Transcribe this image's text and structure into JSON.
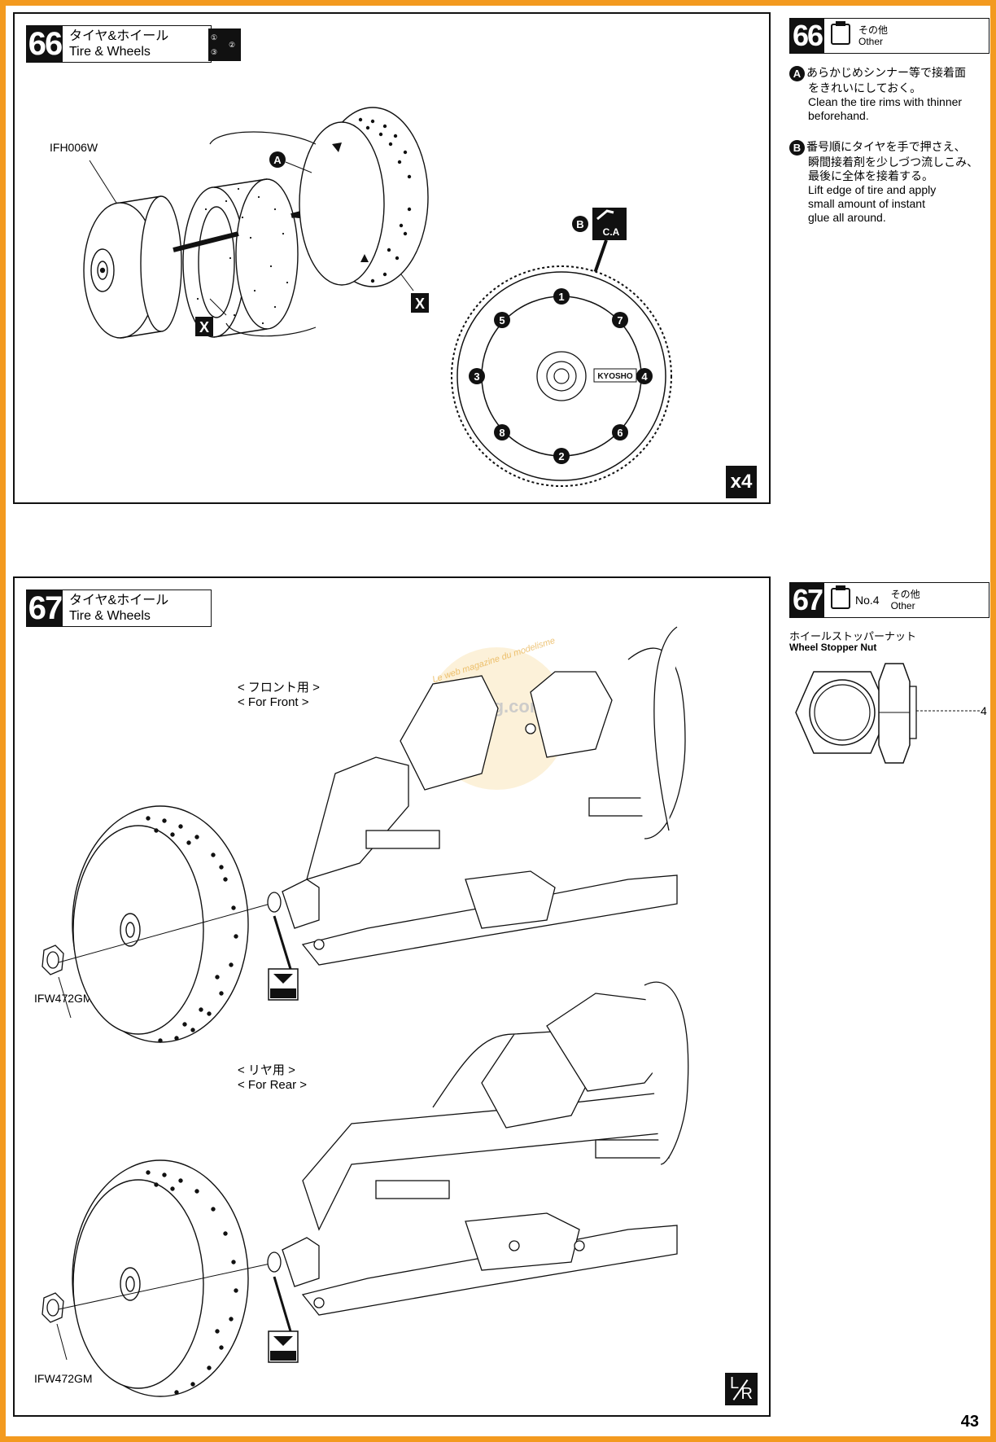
{
  "page_number": "43",
  "step66": {
    "number": "66",
    "title_jp": "タイヤ&ホイール",
    "title_en": "Tire & Wheels",
    "order_icon": [
      "①",
      "②",
      "③"
    ],
    "part_label": "IFH006W",
    "marker_a": "A",
    "marker_b": "B",
    "marker_x1": "X",
    "marker_x2": "X",
    "ca_label": "C.A",
    "brand": "KYOSHO",
    "glue_order": [
      "1",
      "2",
      "3",
      "4",
      "5",
      "6",
      "7",
      "8"
    ],
    "quantity": "x4"
  },
  "side66": {
    "number": "66",
    "other_jp": "その他",
    "other_en": "Other",
    "note_a_letter": "A",
    "note_a_jp_1": "あらかじめシンナー等で接着面",
    "note_a_jp_2": "をきれいにしておく。",
    "note_a_en_1": "Clean the tire rims with thinner",
    "note_a_en_2": "beforehand.",
    "note_b_letter": "B",
    "note_b_jp_1": "番号順にタイヤを手で押さえ、",
    "note_b_jp_2": "瞬間接着剤を少しづつ流しこみ、",
    "note_b_jp_3": "最後に全体を接着する。",
    "note_b_en_1": "Lift edge of tire and apply",
    "note_b_en_2": "small amount of instant",
    "note_b_en_3": "glue all around."
  },
  "step67": {
    "number": "67",
    "title_jp": "タイヤ&ホイール",
    "title_en": "Tire & Wheels",
    "front_jp": "< フロント用 >",
    "front_en": "< For Front >",
    "rear_jp": "< リヤ用 >",
    "rear_en": "< For Rear >",
    "part_front": "IFW472GM",
    "part_rear": "IFW472GM",
    "watermark": "rcmag.com",
    "watermark_arc": "Le web magazine du modelisme",
    "lr_l": "L",
    "lr_r": "R"
  },
  "side67": {
    "number": "67",
    "bag": "No.4",
    "other_jp": "その他",
    "other_en": "Other",
    "part_jp": "ホイールストッパーナット",
    "part_en": "Wheel Stopper Nut",
    "qty": "4"
  }
}
